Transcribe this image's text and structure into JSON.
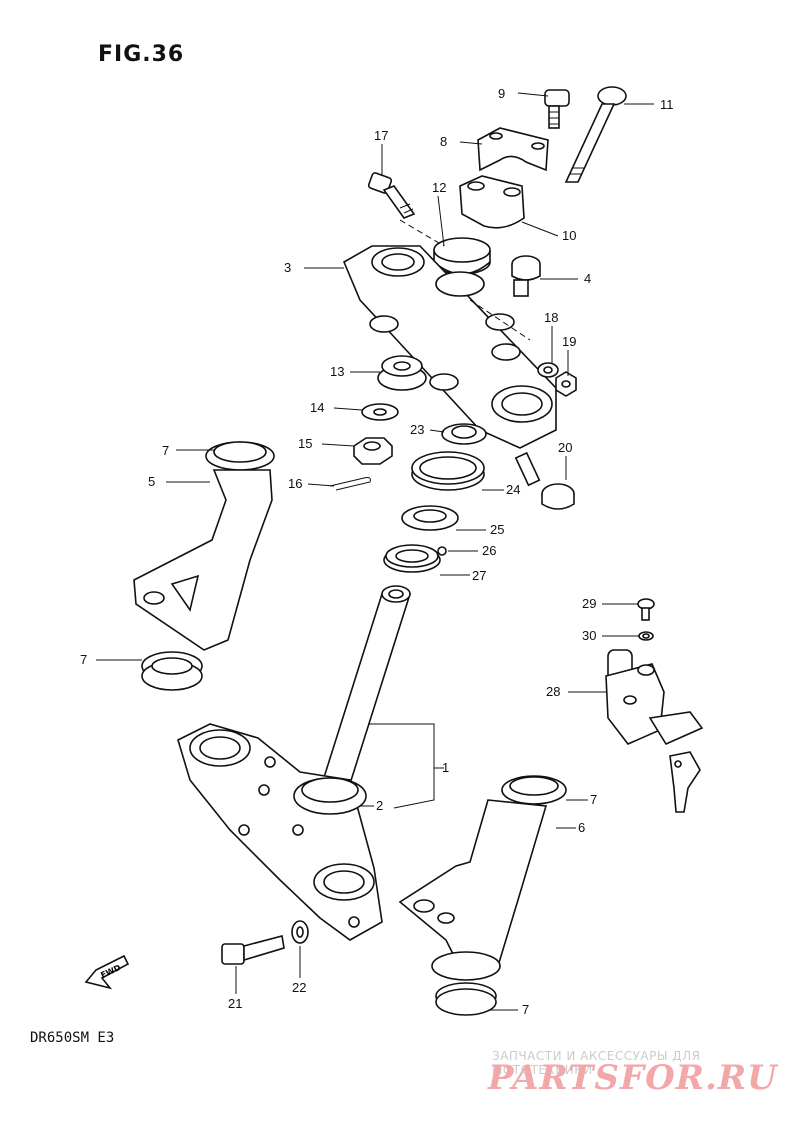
{
  "figure": {
    "title": "FIG.36",
    "model": "DR650SM  E3"
  },
  "watermark": {
    "tagline": "ЗАПЧАСТИ И АКСЕССУАРЫ ДЛЯ МОТОТЕХНИКИ",
    "brand": "PARTSFOR.RU",
    "color": "#f2a7a9"
  },
  "fwd_marker": "FWD",
  "callouts": [
    {
      "id": "c1",
      "label": "1"
    },
    {
      "id": "c2",
      "label": "2"
    },
    {
      "id": "c3",
      "label": "3"
    },
    {
      "id": "c4",
      "label": "4"
    },
    {
      "id": "c5",
      "label": "5"
    },
    {
      "id": "c6",
      "label": "6"
    },
    {
      "id": "c7a",
      "label": "7"
    },
    {
      "id": "c7b",
      "label": "7"
    },
    {
      "id": "c7c",
      "label": "7"
    },
    {
      "id": "c7d",
      "label": "7"
    },
    {
      "id": "c8",
      "label": "8"
    },
    {
      "id": "c9",
      "label": "9"
    },
    {
      "id": "c10",
      "label": "10"
    },
    {
      "id": "c11",
      "label": "11"
    },
    {
      "id": "c12",
      "label": "12"
    },
    {
      "id": "c13",
      "label": "13"
    },
    {
      "id": "c14",
      "label": "14"
    },
    {
      "id": "c15",
      "label": "15"
    },
    {
      "id": "c16",
      "label": "16"
    },
    {
      "id": "c17",
      "label": "17"
    },
    {
      "id": "c18",
      "label": "18"
    },
    {
      "id": "c19",
      "label": "19"
    },
    {
      "id": "c20",
      "label": "20"
    },
    {
      "id": "c21",
      "label": "21"
    },
    {
      "id": "c22",
      "label": "22"
    },
    {
      "id": "c23",
      "label": "23"
    },
    {
      "id": "c24",
      "label": "24"
    },
    {
      "id": "c25",
      "label": "25"
    },
    {
      "id": "c26",
      "label": "26"
    },
    {
      "id": "c27",
      "label": "27"
    },
    {
      "id": "c28",
      "label": "28"
    },
    {
      "id": "c29",
      "label": "29"
    },
    {
      "id": "c30",
      "label": "30"
    }
  ]
}
